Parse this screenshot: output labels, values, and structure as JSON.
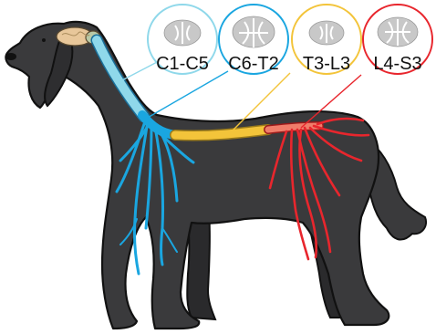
{
  "segments": [
    {
      "label": "C1-C5",
      "color": "#8fd8ea"
    },
    {
      "label": "C6-T2",
      "color": "#1aa6e0"
    },
    {
      "label": "T3-L3",
      "color": "#f3c43a"
    },
    {
      "label": "L4-S3",
      "color": "#e8262d"
    }
  ],
  "colors": {
    "body": "#3a3a3c",
    "outline": "#111111",
    "brain": "#e8c79a",
    "cervical_cord": "#8fd8ea",
    "brachial_plexus": "#1aa6e0",
    "thoracolumbar_cord": "#f3c43a",
    "lumbosacral_plexus": "#e8262d",
    "cross_section": "#c8c8c8"
  }
}
